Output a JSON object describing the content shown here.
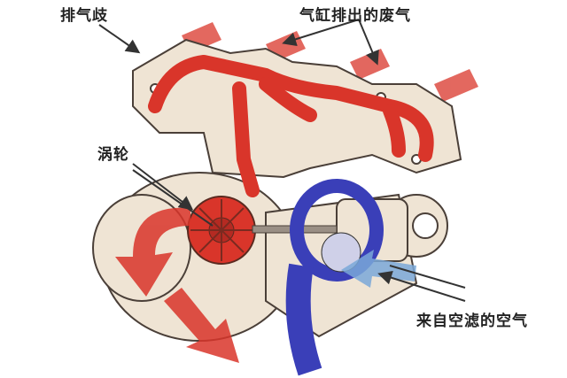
{
  "labels": {
    "exhaust_manifold": "排气歧",
    "cylinder_exhaust": "气缸排出的废气",
    "turbine": "涡轮",
    "intake_air": "来自空滤的空气"
  },
  "colors": {
    "exhaust": "#d9352a",
    "intake": "#3a3fb8",
    "housing": "#efe4d4",
    "outline": "#4a3f38"
  }
}
